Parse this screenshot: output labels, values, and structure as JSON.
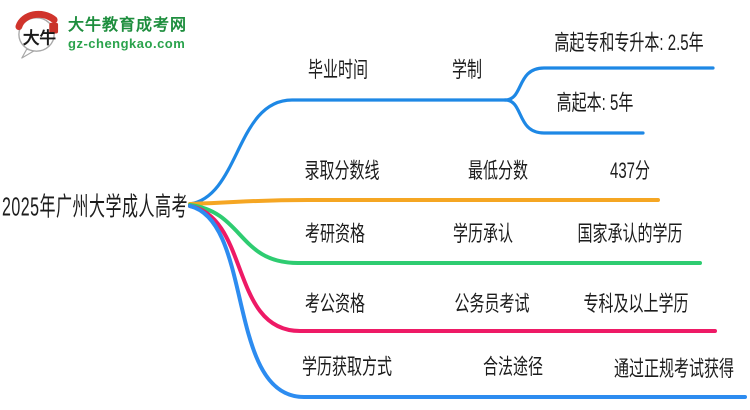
{
  "logo": {
    "icon_text": "大牛",
    "title": "大牛教育成考网",
    "domain": "gz-chengkao.com",
    "colors": {
      "brand_green": "#1E8E3E",
      "domain_green": "#2AA34C",
      "seal_red": "#C9342B",
      "arc_red": "#D0342C"
    }
  },
  "mindmap": {
    "root": "2025年广州大学成人高考",
    "branches": [
      {
        "id": "graduation-time",
        "color": "#1E88E5",
        "labels": [
          "毕业时间",
          "学制"
        ],
        "children": [
          "高起专和专升本: 2.5年",
          "高起本: 5年"
        ]
      },
      {
        "id": "admission-score",
        "color": "#F5A623",
        "labels": [
          "录取分数线",
          "最低分数",
          "437分"
        ]
      },
      {
        "id": "postgraduate-eligibility",
        "color": "#2ECC71",
        "labels": [
          "考研资格",
          "学历承认",
          "国家承认的学历"
        ]
      },
      {
        "id": "civil-service-eligibility",
        "color": "#EE1A66",
        "labels": [
          "考公资格",
          "公务员考试",
          "专科及以上学历"
        ]
      },
      {
        "id": "degree-acquisition",
        "color": "#2D8CF0",
        "labels": [
          "学历获取方式",
          "合法途径",
          "通过正规考试获得"
        ]
      }
    ]
  }
}
